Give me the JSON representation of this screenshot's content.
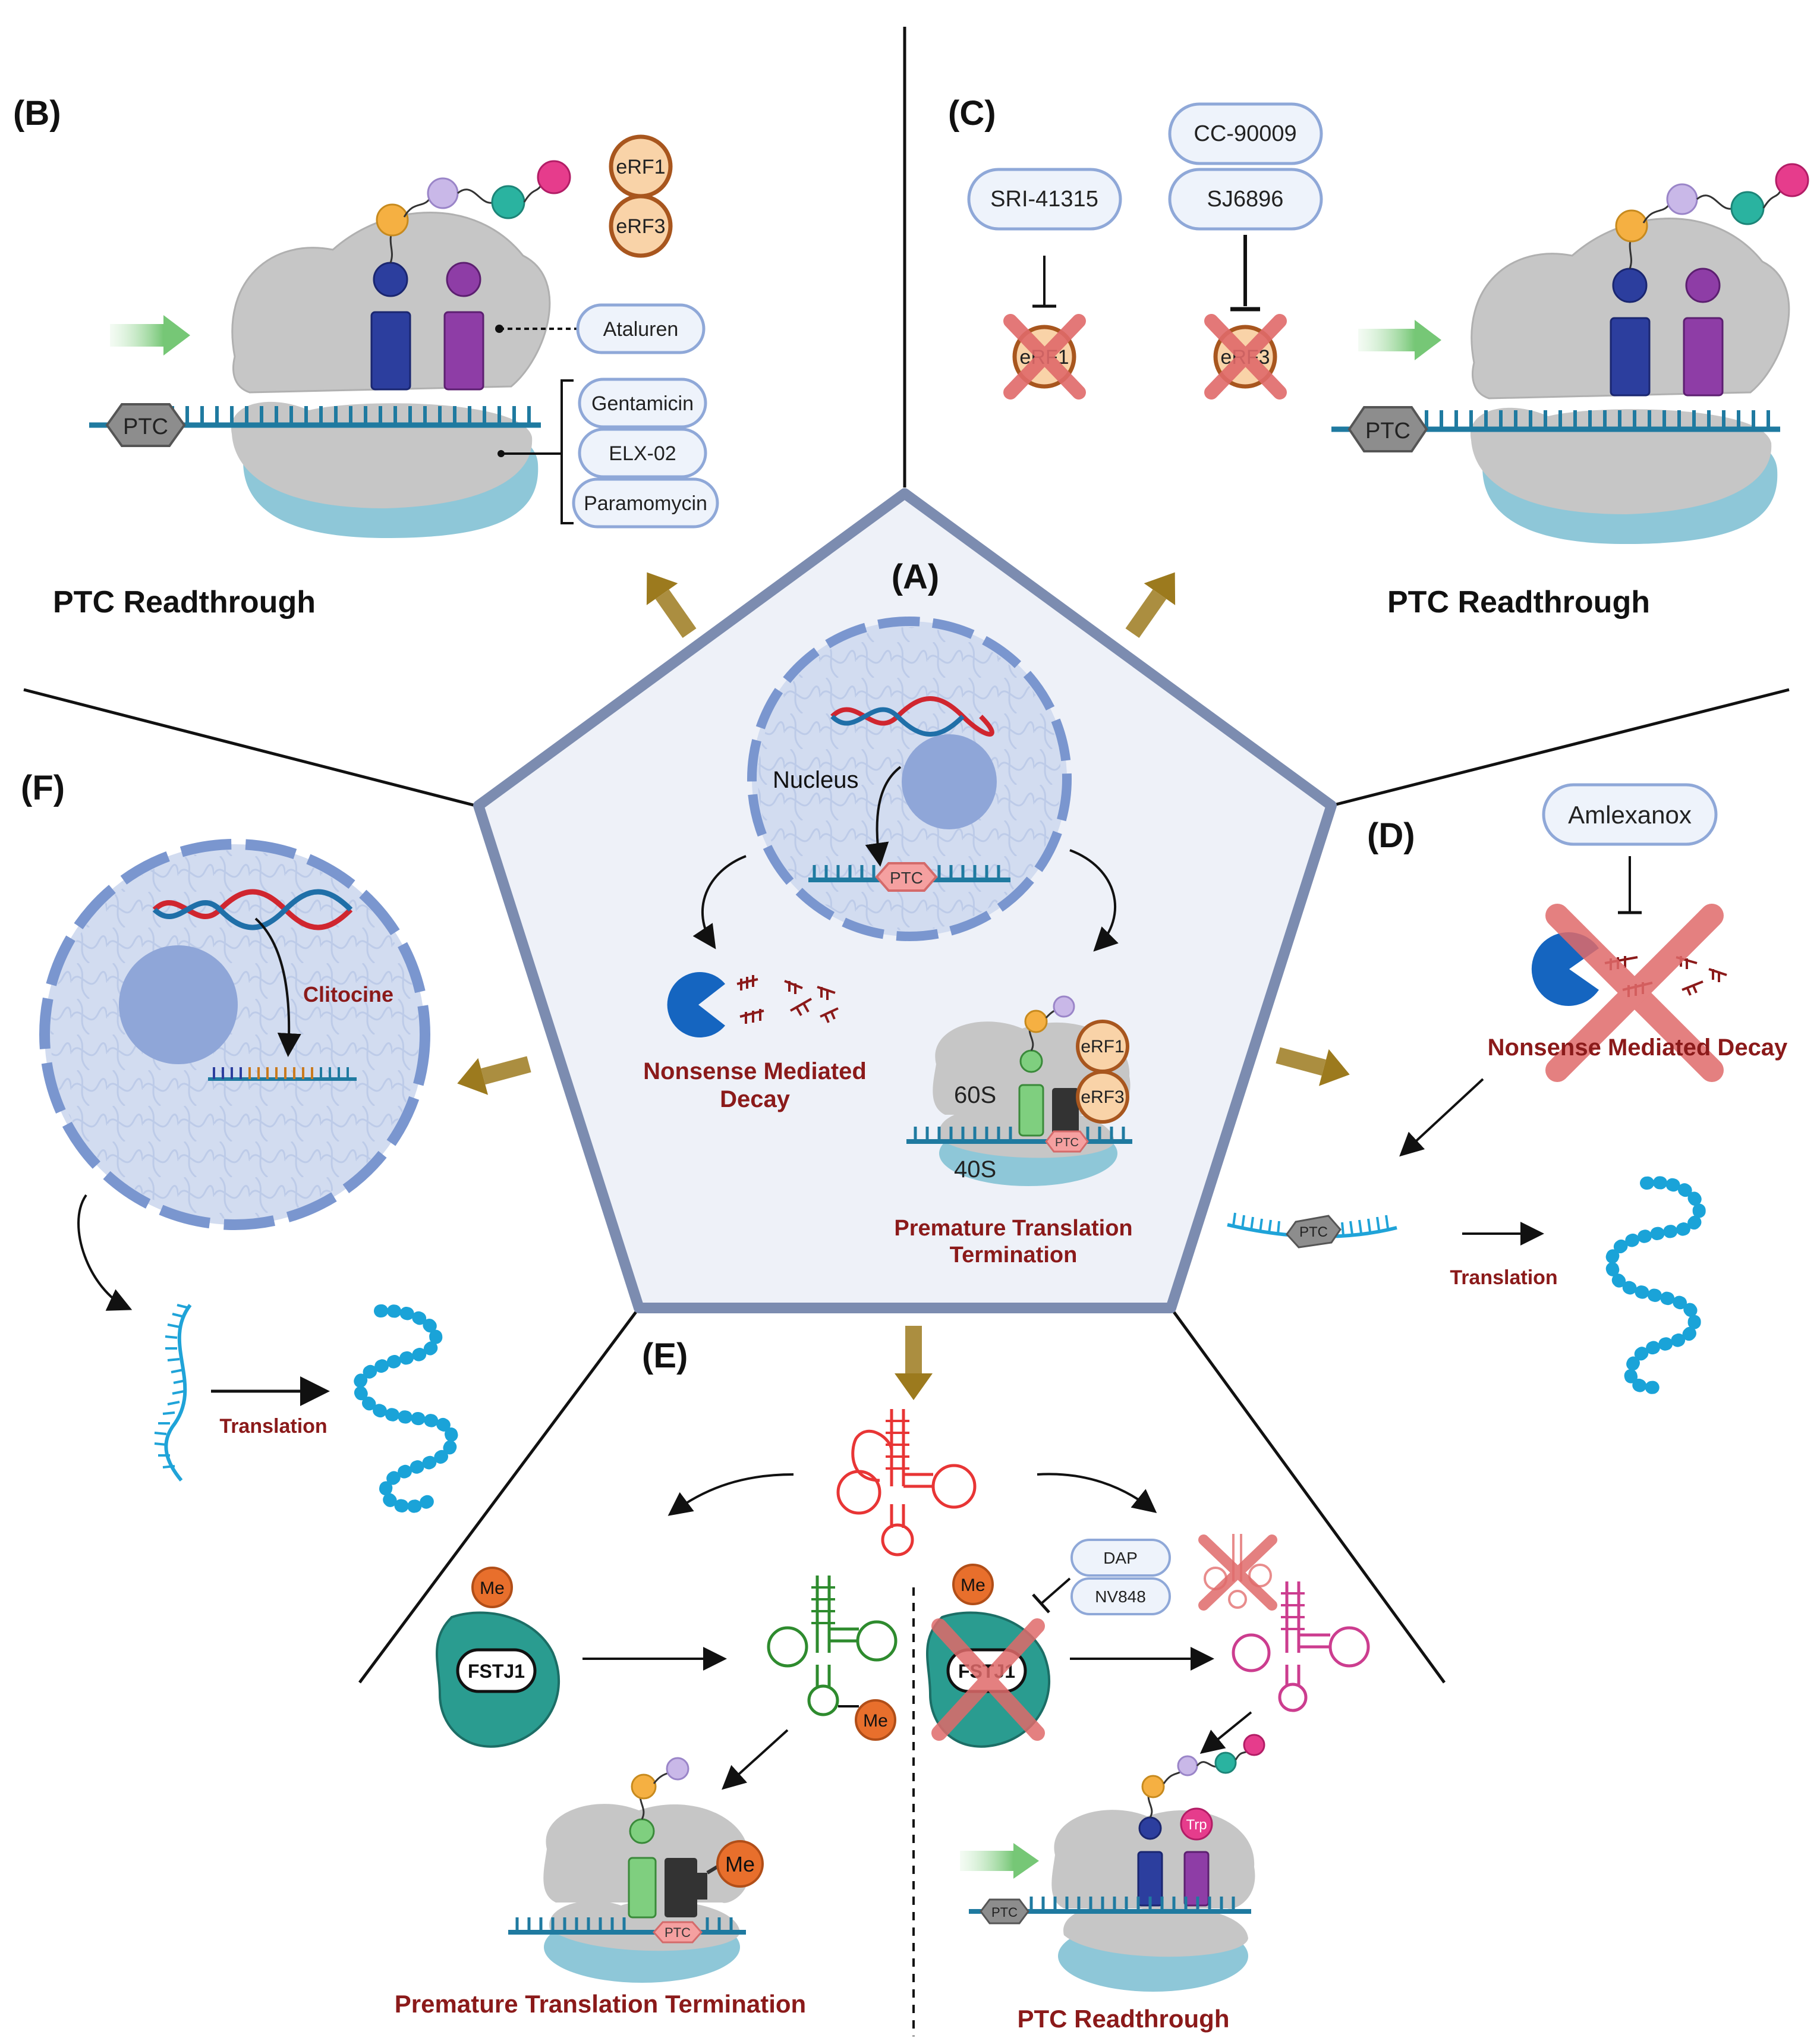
{
  "panels": {
    "A": "(A)",
    "B": "(B)",
    "C": "(C)",
    "D": "(D)",
    "E": "(E)",
    "F": "(F)"
  },
  "B": {
    "title": "PTC Readthrough",
    "ptc": "PTC",
    "factors": [
      "eRF1",
      "eRF3"
    ],
    "drugs_site": [
      "Ataluren"
    ],
    "drugs_decoding": [
      "Gentamicin",
      "ELX-02",
      "Paramomycin"
    ]
  },
  "C": {
    "title": "PTC Readthrough",
    "ptc": "PTC",
    "inhibitor1": "SRI-41315",
    "inhibitor2a": "CC-90009",
    "inhibitor2b": "SJ6896",
    "target1": "eRF1",
    "target2": "eRF3"
  },
  "A": {
    "nucleus": "Nucleus",
    "ptc": "PTC",
    "nmd_line1": "Nonsense Mediated",
    "nmd_line2": "Decay",
    "large_subunit": "60S",
    "small_subunit": "40S",
    "erf1": "eRF1",
    "erf3": "eRF3",
    "ptc_small": "PTC",
    "ptt_line1": "Premature Translation",
    "ptt_line2": "Termination"
  },
  "D": {
    "drug": "Amlexanox",
    "nmd": "Nonsense Mediated Decay",
    "ptc": "PTC",
    "translation": "Translation"
  },
  "F": {
    "drug": "Clitocine",
    "translation": "Translation"
  },
  "E": {
    "me": "Me",
    "enzyme": "FSTJ1",
    "inhibitors": [
      "DAP",
      "NV848"
    ],
    "ptc": "PTC",
    "trp": "Trp",
    "left_title": "Premature Translation Termination",
    "right_title": "PTC Readthrough"
  },
  "colors": {
    "pentagon_fill": "#eef1f8",
    "pentagon_stroke": "#7c8cb0",
    "gold_arrow": "#9c7a1e",
    "dark_red_text": "#8b1a1a",
    "mrna_teal": "#1f7aa0",
    "ptc_gray": "#8d8d8d",
    "cross_red": "#e06a6a",
    "pill_border": "#8fa8d8",
    "ribosome_gray": "#c6c6c6",
    "ribosome_blue": "#8ec7d8"
  }
}
